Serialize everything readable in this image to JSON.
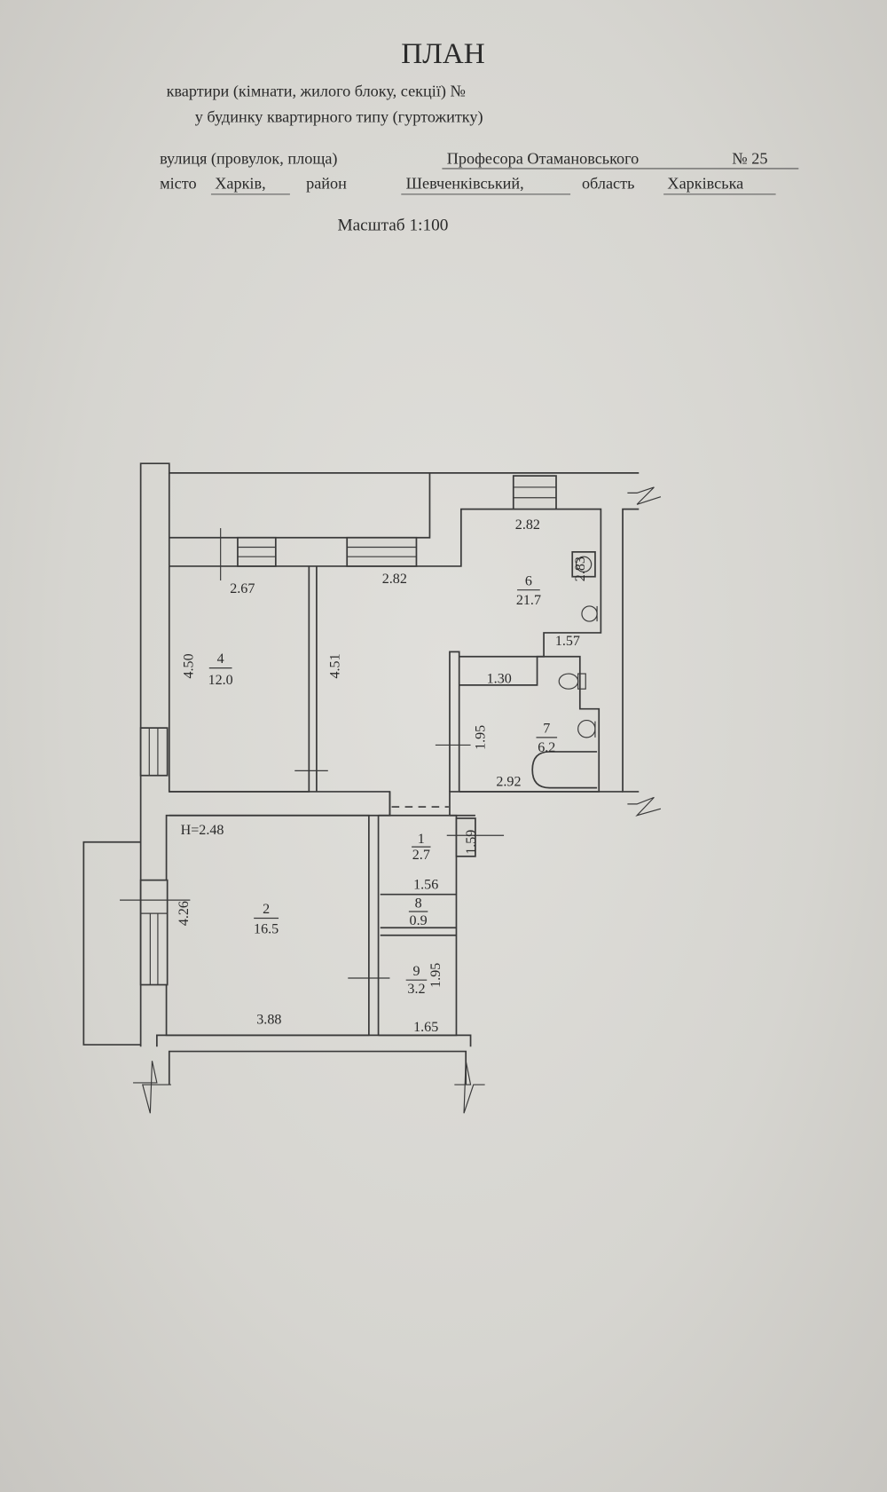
{
  "header": {
    "title": "ПЛАН",
    "line1": "квартири (кімнати, жилого блоку, секції) №",
    "line2": "у будинку квартирного типу (гуртожитку)",
    "street_label": "вулиця (провулок, площа)",
    "street_value": "Професора Отамановського",
    "house_number": "№ 25",
    "city_label": "місто",
    "city_value": "Харків,",
    "district_label": "район",
    "district_value": "Шевченківський,",
    "region_label": "область",
    "region_value": "Харківська",
    "scale": "Масштаб 1:100"
  },
  "plan": {
    "ceiling_height": "H=2.48",
    "rooms": [
      {
        "number": "1",
        "area": "2.7"
      },
      {
        "number": "2",
        "area": "16.5"
      },
      {
        "number": "4",
        "area": "12.0"
      },
      {
        "number": "6",
        "area": "21.7"
      },
      {
        "number": "7",
        "area": "6.2"
      },
      {
        "number": "8",
        "area": "0.9"
      },
      {
        "number": "9",
        "area": "3.2"
      }
    ],
    "dimensions": {
      "r4_width": "2.67",
      "r4_length": "4.50",
      "r6_width_living": "2.82",
      "r6_length_living": "4.51",
      "r6_width_kitchen": "2.82",
      "r6_length_kitchen": "2.83",
      "r6_step": "1.57",
      "r6_niche": "1.30",
      "r7_width": "2.92",
      "r7_length": "1.95",
      "r2_width": "3.88",
      "r2_length": "4.26",
      "r1_width": "1.56",
      "r1_length": "1.59",
      "r9_width": "1.65",
      "r9_length": "1.95"
    }
  }
}
